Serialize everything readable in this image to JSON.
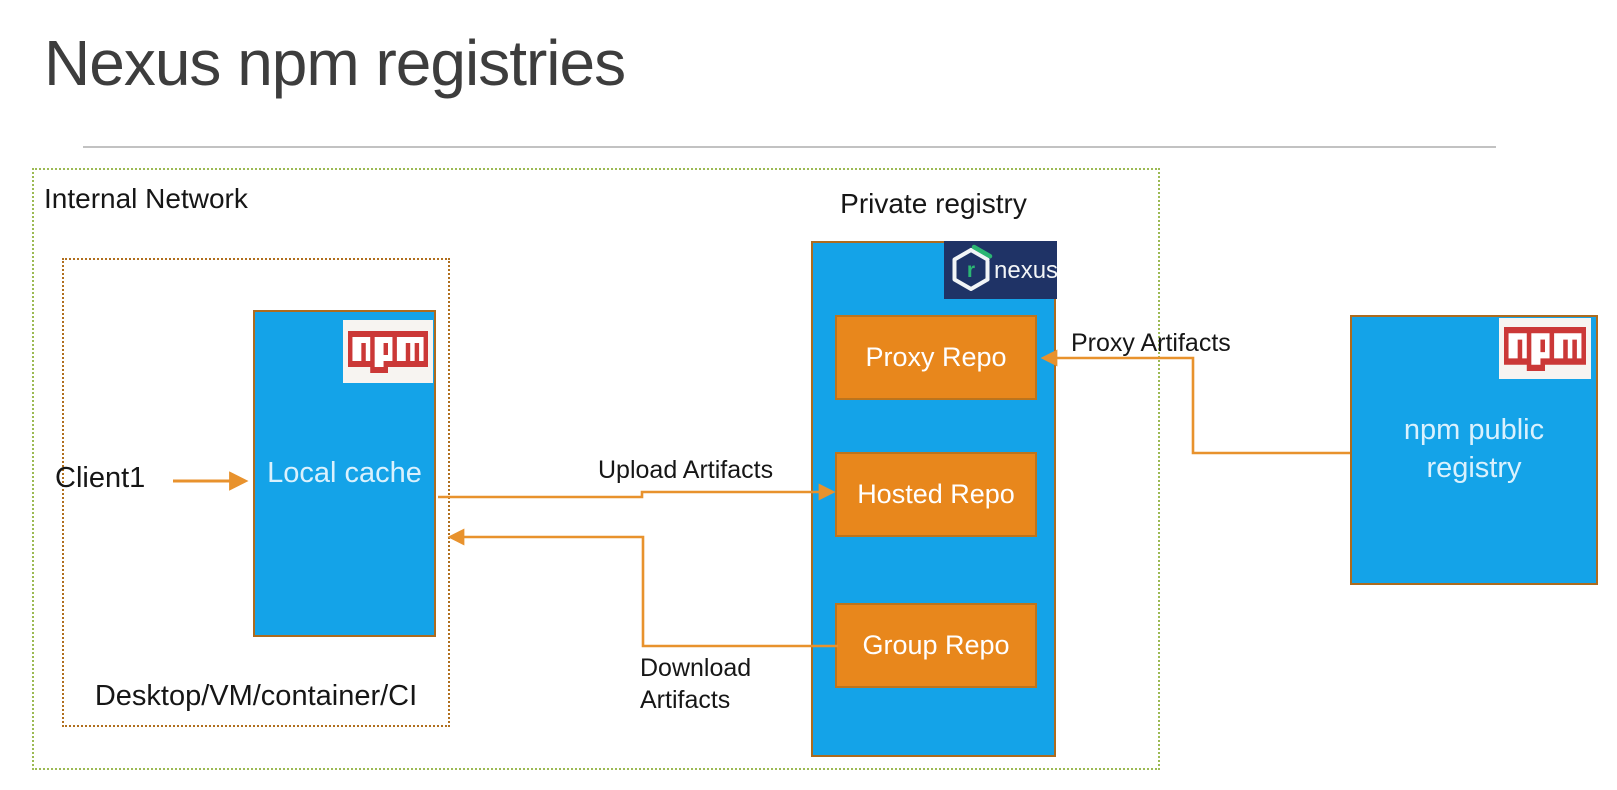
{
  "title": "Nexus npm registries",
  "colors": {
    "box_blue": "#14a3e8",
    "repo_orange": "#e8871c",
    "arrow_orange": "#e8922d",
    "internal_border_green": "#9cba54",
    "client_zone_border_brown": "#b06f1e",
    "box_border_brown": "#ad6b1e",
    "npm_red": "#cb3837",
    "npm_badge_white": "#f7f4f1",
    "nexus_navy": "#1f3366",
    "nexus_green": "#2bb673",
    "title_gray": "#3d3d3d"
  },
  "internal_network": {
    "label": "Internal Network"
  },
  "client_zone": {
    "label": "Desktop/VM/container/CI",
    "client_label": "Client1",
    "local_cache": {
      "label": "Local cache",
      "icon": "npm-icon"
    }
  },
  "private_registry": {
    "label": "Private registry",
    "nexus_badge": {
      "icon": "nexus-icon",
      "mark": "r",
      "text": "nexus"
    },
    "repos": [
      {
        "label": "Proxy Repo"
      },
      {
        "label": "Hosted Repo"
      },
      {
        "label": "Group Repo"
      }
    ]
  },
  "npm_public_registry": {
    "label": "npm public registry",
    "icon": "npm-icon"
  },
  "connections": {
    "upload": {
      "label": "Upload Artifacts"
    },
    "download": {
      "label": "Download Artifacts"
    },
    "proxy": {
      "label": "Proxy Artifacts"
    }
  }
}
